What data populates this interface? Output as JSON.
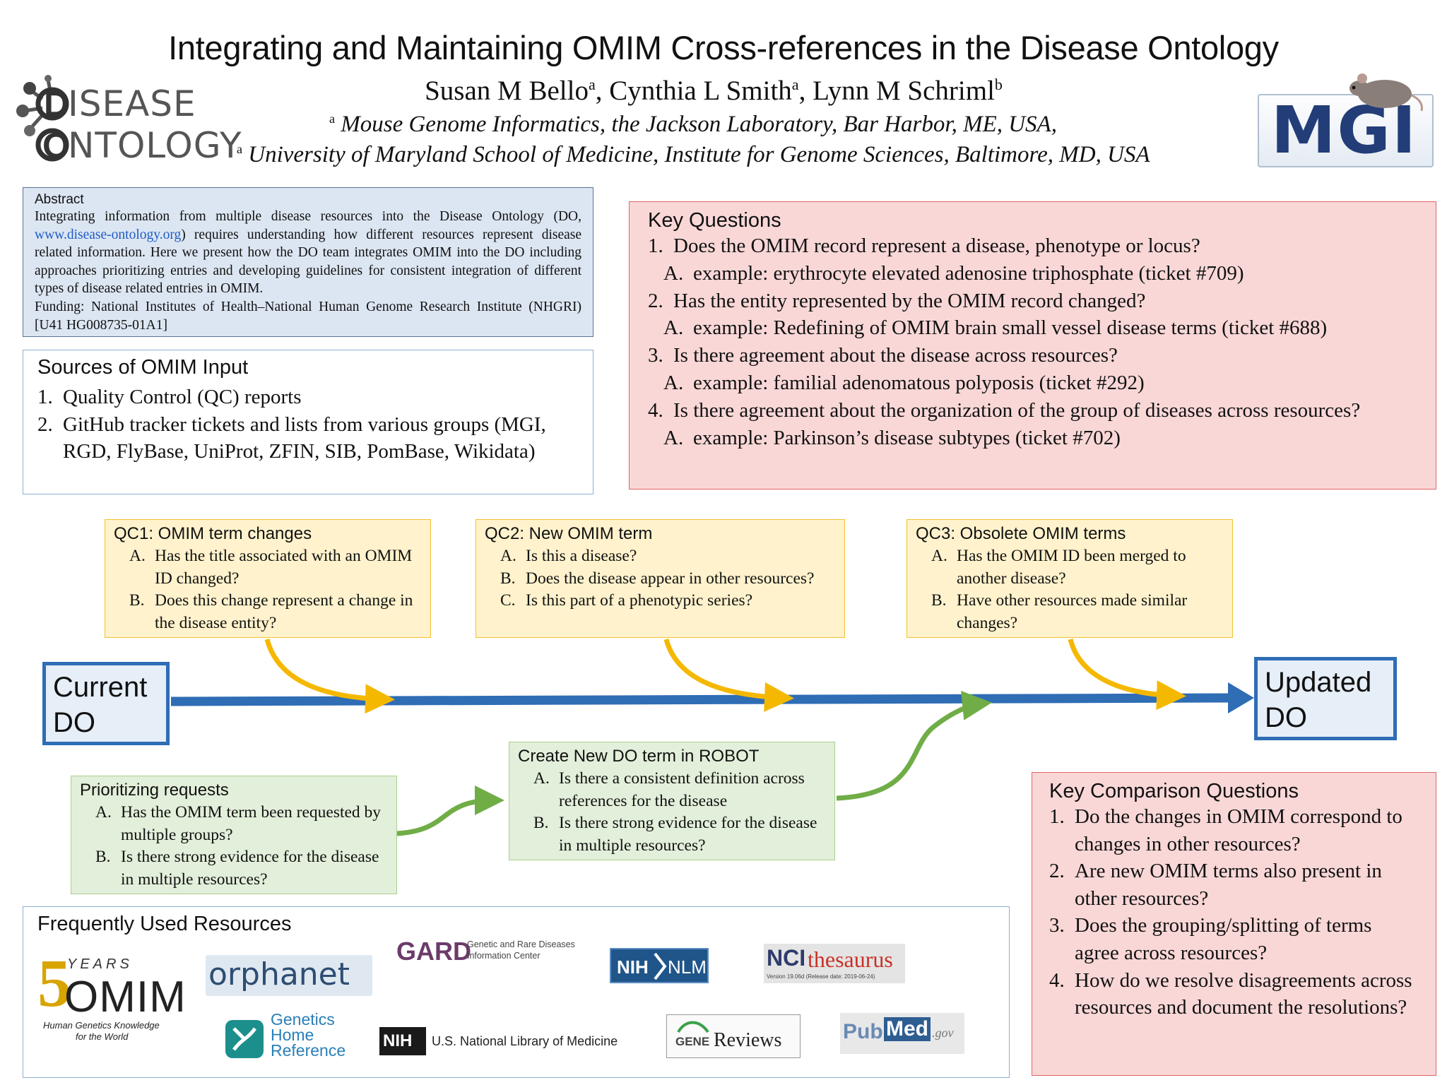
{
  "poster": {
    "title": "Integrating and Maintaining OMIM Cross-references in the Disease Ontology",
    "authors": [
      {
        "name": "Susan M Bello",
        "sup": "a",
        "sep": ", "
      },
      {
        "name": "Cynthia L Smith",
        "sup": "a",
        "sep": ", "
      },
      {
        "name": "Lynn M Schriml",
        "sup": "b",
        "sep": ""
      }
    ],
    "affiliations": [
      {
        "sup": "a",
        "text": " Mouse Genome Informatics, the Jackson Laboratory, Bar Harbor, ME, USA,"
      },
      {
        "sup": "a",
        "text": " University of Maryland School of Medicine, Institute for Genome Sciences, Baltimore, MD, USA"
      }
    ]
  },
  "logos": {
    "do_letter1": "D",
    "do_word1": "ISEASE",
    "do_letter2": "O",
    "do_word2": "NTOLOGY",
    "mgi": "MGI"
  },
  "abstract": {
    "heading": "Abstract",
    "text_before_link": "Integrating information from multiple disease resources into the Disease Ontology (DO, ",
    "link": "www.disease-ontology.org",
    "text_after_link": ") requires understanding how different resources represent disease related information. Here we present how the DO team integrates OMIM into the DO including approaches prioritizing entries and developing guidelines for consistent integration of different types of disease related entries in OMIM.",
    "funding": "Funding: National Institutes of Health–National Human Genome Research Institute (NHGRI) [U41 HG008735-01A1]"
  },
  "sources": {
    "heading": "Sources of OMIM Input",
    "items": [
      {
        "num": "1.",
        "text": "Quality Control (QC) reports"
      },
      {
        "num": "2.",
        "text": "GitHub tracker tickets and lists from various groups (MGI, RGD, FlyBase, UniProt, ZFIN, SIB, PomBase, Wikidata)"
      }
    ]
  },
  "key_questions": {
    "heading": "Key Questions",
    "items": [
      {
        "num": "1.",
        "text": "Does the OMIM record represent a disease, phenotype or locus?",
        "sub_num": "A.",
        "sub": "example: erythrocyte elevated adenosine triphosphate (ticket #709)"
      },
      {
        "num": "2.",
        "text": "Has the entity represented by the OMIM record changed?",
        "sub_num": "A.",
        "sub": "example: Redefining of OMIM brain small vessel disease terms (ticket #688)"
      },
      {
        "num": "3.",
        "text": "Is there agreement about the disease across resources?",
        "sub_num": "A.",
        "sub": "example: familial adenomatous polyposis (ticket #292)"
      },
      {
        "num": "4.",
        "text": "Is there agreement about the organization of the group of diseases across resources?",
        "sub_num": "A.",
        "sub": "example: Parkinson’s disease subtypes (ticket #702)"
      }
    ]
  },
  "qc1": {
    "heading": "QC1: OMIM term changes",
    "items": [
      {
        "num": "A.",
        "text": "Has the title associated with an OMIM ID changed?"
      },
      {
        "num": "B.",
        "text": "Does this change represent a change in the disease entity?"
      }
    ]
  },
  "qc2": {
    "heading": "QC2: New OMIM term",
    "items": [
      {
        "num": "A.",
        "text": "Is this a disease?"
      },
      {
        "num": "B.",
        "text": "Does the disease appear in other resources?"
      },
      {
        "num": "C.",
        "text": "Is this part of a phenotypic series?"
      }
    ]
  },
  "qc3": {
    "heading": "QC3: Obsolete OMIM terms",
    "items": [
      {
        "num": "A.",
        "text": "Has the OMIM ID been merged to another disease?"
      },
      {
        "num": "B.",
        "text": "Have other resources made similar changes?"
      }
    ]
  },
  "robot": {
    "heading": "Create New DO term in ROBOT",
    "items": [
      {
        "num": "A.",
        "text": "Is there a consistent definition across references for the disease"
      },
      {
        "num": "B.",
        "text": "Is there strong evidence for the disease in multiple resources?"
      }
    ]
  },
  "prioritizing": {
    "heading": "Prioritizing requests",
    "items": [
      {
        "num": "A.",
        "text": "Has the OMIM term been requested by multiple groups?"
      },
      {
        "num": "B.",
        "text": "Is there strong evidence for the disease in multiple resources?"
      }
    ]
  },
  "current_do": {
    "line1": "Current",
    "line2": "DO"
  },
  "updated_do": {
    "line1": "Updated",
    "line2": "DO"
  },
  "key_comparison": {
    "heading": "Key Comparison Questions",
    "items": [
      {
        "num": "1.",
        "text": "Do the changes in OMIM correspond to changes in other resources?"
      },
      {
        "num": "2.",
        "text": "Are new OMIM terms also present in other resources?"
      },
      {
        "num": "3.",
        "text": "Does the grouping/splitting of terms agree across resources?"
      },
      {
        "num": "4.",
        "text": "How do we resolve disagreements across resources and document the resolutions?"
      }
    ]
  },
  "resources": {
    "heading": "Frequently Used Resources",
    "omim": {
      "years": "YEARS",
      "five": "5",
      "name": "OMIM",
      "tag1": "Human Genetics Knowledge",
      "tag2": "for the World"
    },
    "orphanet": "orphanet",
    "gard": {
      "name": "GARD",
      "sub1": "Genetic and Rare Diseases",
      "sub2": "Information Center"
    },
    "nih_nlm": {
      "nih": "NIH",
      "nlm": "NLM"
    },
    "nci": {
      "nci": "NCI",
      "thesaurus": "thesaurus",
      "version": "Version 19.06d (Release date: 2019-06-24)"
    },
    "ghr": {
      "l1": "Genetics",
      "l2": "Home",
      "l3": "Reference"
    },
    "nlm_long": {
      "nih": "NIH",
      "text": "U.S. National Library of Medicine"
    },
    "genereviews": {
      "gene": "GENE",
      "reviews": "Reviews"
    },
    "pubmed": {
      "pub": "Pub",
      "med": "Med",
      "gov": ".gov"
    }
  },
  "colors": {
    "flow_blue": "#2f6db5",
    "yellow_arrow": "#f5b800",
    "green_arrow": "#70ad47"
  }
}
